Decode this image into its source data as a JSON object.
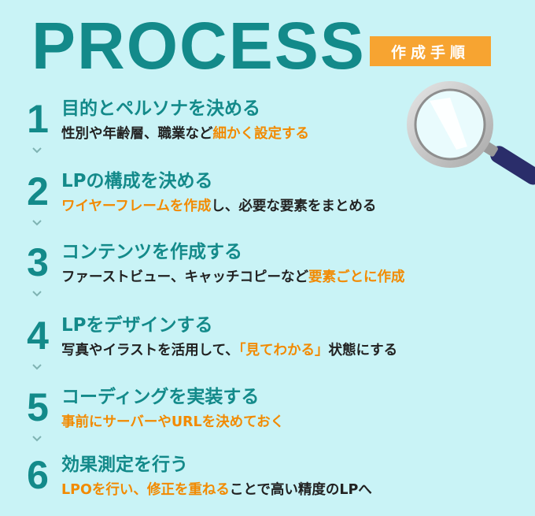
{
  "title": "PROCESS",
  "badge": "作成手順",
  "steps": [
    {
      "num": "1",
      "heading": "目的とペルソナを決める",
      "desc": [
        {
          "t": "性別や年齢層、職業など",
          "hl": false
        },
        {
          "t": "細かく設定する",
          "hl": true
        }
      ]
    },
    {
      "num": "2",
      "heading": "LPの構成を決める",
      "desc": [
        {
          "t": "ワイヤーフレームを作成",
          "hl": true
        },
        {
          "t": "し、必要な要素をまとめる",
          "hl": false
        }
      ]
    },
    {
      "num": "3",
      "heading": "コンテンツを作成する",
      "desc": [
        {
          "t": "ファーストビュー、キャッチコピーなど",
          "hl": false
        },
        {
          "t": "要素ごとに作成",
          "hl": true
        }
      ]
    },
    {
      "num": "4",
      "heading": "LPをデザインする",
      "desc": [
        {
          "t": "写真やイラストを活用して、",
          "hl": false
        },
        {
          "t": "「見てわかる」",
          "hl": true
        },
        {
          "t": "状態にする",
          "hl": false
        }
      ]
    },
    {
      "num": "5",
      "heading": "コーディングを実装する",
      "desc": [
        {
          "t": "事前にサーバーやURLを決めておく",
          "hl": true
        }
      ]
    },
    {
      "num": "6",
      "heading": "効果測定を行う",
      "desc": [
        {
          "t": "LPOを行い、修正を重ねる",
          "hl": true
        },
        {
          "t": "ことで高い精度のLPへ",
          "hl": false
        }
      ]
    }
  ],
  "colors": {
    "teal": "#138a8a",
    "orange": "#f28a00",
    "badge": "#f7a431",
    "background": "#c9f3f6"
  }
}
